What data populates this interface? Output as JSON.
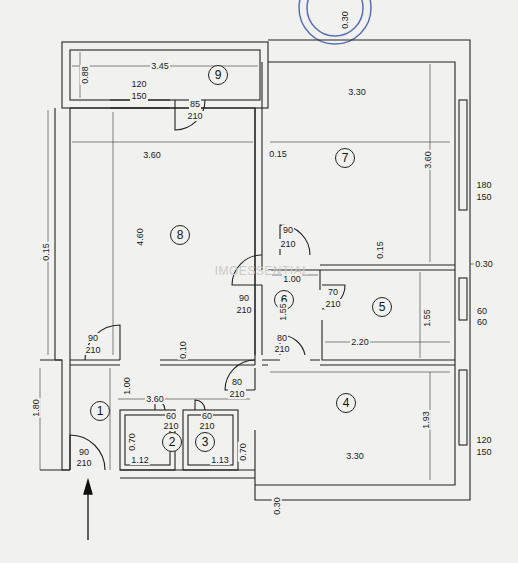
{
  "diagram": {
    "nodes": [
      {
        "text": [
          "9"
        ]
      },
      {
        "text": [
          "7"
        ]
      },
      {
        "text": [
          "8"
        ]
      },
      {
        "text": [
          "6"
        ]
      },
      {
        "text": [
          "5"
        ]
      },
      {
        "text": [
          "4"
        ]
      },
      {
        "text": [
          "1"
        ]
      },
      {
        "text": [
          "2"
        ]
      },
      {
        "text": [
          "3"
        ]
      }
    ],
    "labels": [
      "0.30",
      "3.45",
      "0.88",
      "120",
      "150",
      "85",
      "210",
      "3.30",
      "3.60",
      "0.15",
      "4.60",
      "3.60",
      "180",
      "150",
      "90",
      "210",
      "0.15",
      "0.15",
      "0.30",
      "IMOESSENTIAL",
      "1.00",
      "90",
      "210",
      "1.55",
      "70",
      "210",
      "60",
      "60",
      "90",
      "210",
      "80",
      "210",
      "2.20",
      "1.55",
      "0.10",
      "1.80",
      "1.00",
      "3.60",
      "80",
      "210",
      "60",
      "210",
      "60",
      "210",
      "0.70",
      "1.12",
      "0.70",
      "1.13",
      "1.93",
      "3.30",
      "120",
      "150",
      "90",
      "210",
      "0.30"
    ]
  }
}
